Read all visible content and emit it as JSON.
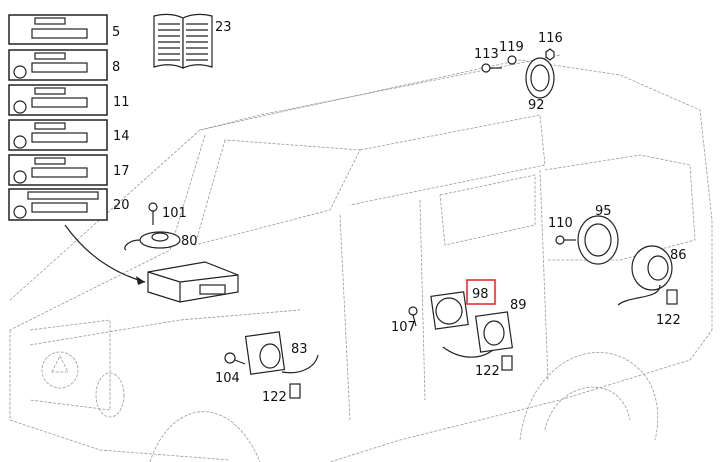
{
  "diagram": {
    "radio_units": [
      {
        "label": "5"
      },
      {
        "label": "8"
      },
      {
        "label": "11"
      },
      {
        "label": "14"
      },
      {
        "label": "17"
      },
      {
        "label": "20"
      }
    ],
    "manual_label": "23",
    "parts": {
      "screw_101": "101",
      "speaker_80": "80",
      "screw_113": "113",
      "washer_119": "119",
      "nut_116": "116",
      "speaker_92": "92",
      "screw_110": "110",
      "speaker_95": "95",
      "speaker_86": "86",
      "frame_98": "98",
      "speaker_89": "89",
      "screw_107": "107",
      "clip_122_rear": "122",
      "clip_122_mid": "122",
      "screw_104": "104",
      "speaker_83": "83",
      "clip_122_front": "122"
    },
    "highlight_color": "#e02020"
  }
}
